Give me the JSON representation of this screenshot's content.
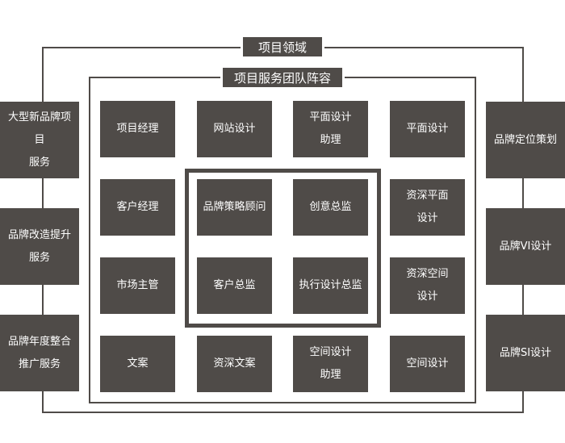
{
  "outer_title": "项目领域",
  "inner_title": "项目服务团队阵容",
  "grid": [
    [
      "项目经理",
      "网站设计",
      "平面设计\n助理",
      "平面设计"
    ],
    [
      "客户经理",
      "品牌策略顾问",
      "创意总监",
      "资深平面\n设计"
    ],
    [
      "市场主管",
      "客户总监",
      "执行设计总监",
      "资深空间\n设计"
    ],
    [
      "文案",
      "资深文案",
      "空间设计\n助理",
      "空间设计"
    ]
  ],
  "left_services": [
    "大型新品牌项目\n服务",
    "品牌改造提升\n服务",
    "品牌年度整合\n推广服务"
  ],
  "right_services": [
    "品牌定位策划",
    "品牌VI设计",
    "品牌SI设计"
  ],
  "colors": {
    "box": "#4f4b48",
    "text": "#ffffff",
    "background": "#ffffff"
  }
}
